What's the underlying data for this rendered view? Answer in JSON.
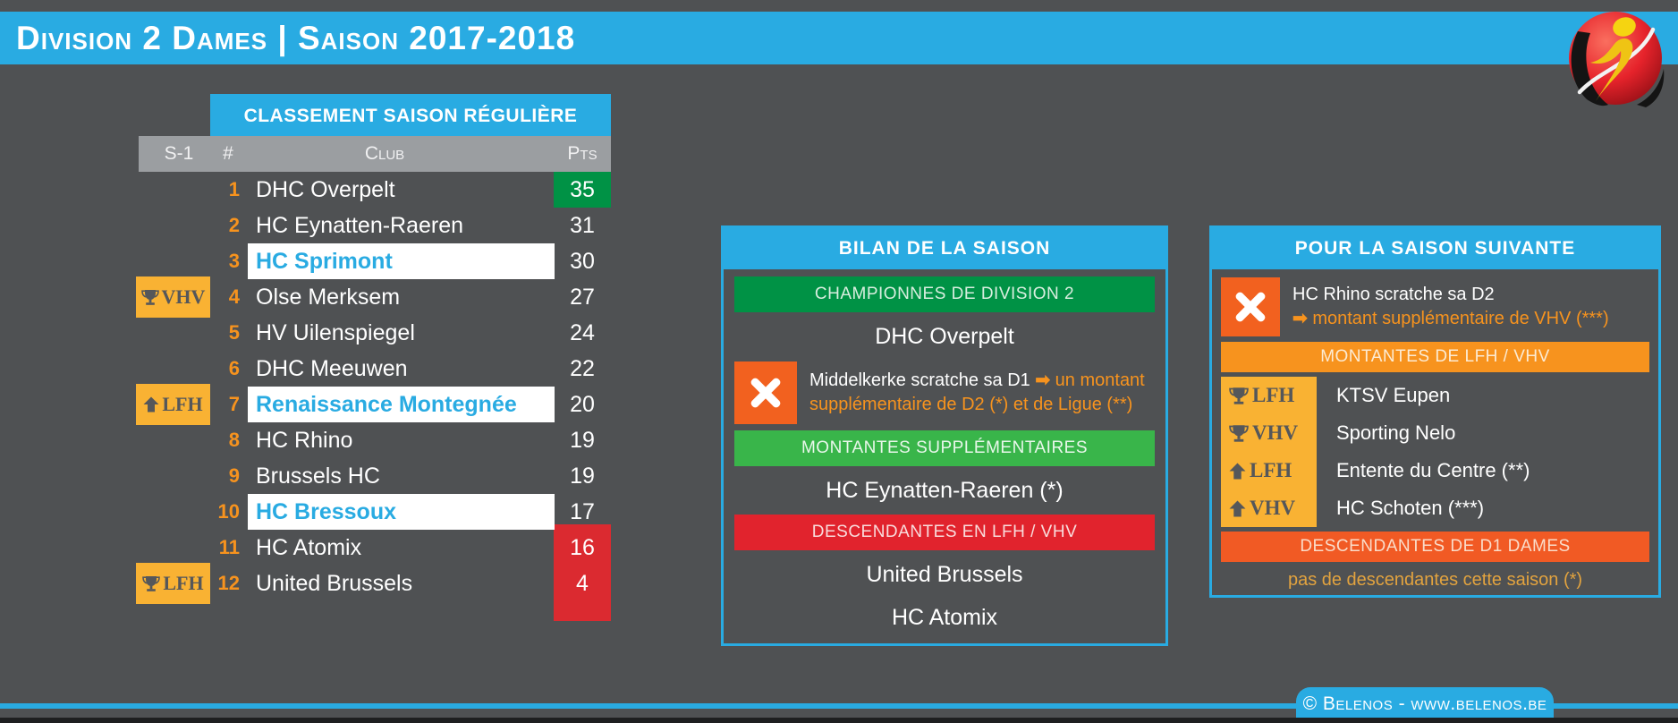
{
  "page": {
    "title": "Division 2 Dames | Saison 2017-2018"
  },
  "colors": {
    "accent_blue": "#29ABE2",
    "background_gray": "#4F5153",
    "header_gray": "#9B9EA1",
    "rank_orange": "#F7931E",
    "badge_yellow": "#F9B233",
    "champion_green": "#009245",
    "promotion_green": "#39B54A",
    "relegation_red": "#E1232D",
    "scratch_orange": "#F2611F",
    "deep_orange": "#F15A24"
  },
  "table": {
    "title": "CLASSEMENT SAISON RÉGULIÈRE",
    "columns": {
      "s1": "S-1",
      "rank": "#",
      "club": "Club",
      "pts": "Pts"
    },
    "rows": [
      {
        "rank": "1",
        "club": "DHC Overpelt",
        "pts": "35"
      },
      {
        "rank": "2",
        "club": "HC Eynatten-Raeren",
        "pts": "31"
      },
      {
        "rank": "3",
        "club": "HC Sprimont",
        "pts": "30"
      },
      {
        "rank": "4",
        "club": "Olse Merksem",
        "pts": "27",
        "badge": {
          "icon": "trophy-icon",
          "league": "VHV"
        }
      },
      {
        "rank": "5",
        "club": "HV Uilenspiegel",
        "pts": "24"
      },
      {
        "rank": "6",
        "club": "DHC Meeuwen",
        "pts": "22"
      },
      {
        "rank": "7",
        "club": "Renaissance Montegnée",
        "pts": "20",
        "badge": {
          "icon": "up-arrow-icon",
          "league": "LFH"
        }
      },
      {
        "rank": "8",
        "club": "HC Rhino",
        "pts": "19"
      },
      {
        "rank": "9",
        "club": "Brussels HC",
        "pts": "19"
      },
      {
        "rank": "10",
        "club": "HC Bressoux",
        "pts": "17"
      },
      {
        "rank": "11",
        "club": "HC Atomix",
        "pts": "16"
      },
      {
        "rank": "12",
        "club": "United Brussels",
        "pts": "4",
        "badge": {
          "icon": "trophy-icon",
          "league": "LFH"
        }
      }
    ]
  },
  "bilan": {
    "title": "BILAN DE LA SAISON",
    "champion_banner": "CHAMPIONNES DE DIVISION 2",
    "champion": "DHC Overpelt",
    "scratch": {
      "note": "Middelkerke scratche sa D1",
      "arrow": "➡",
      "consequence": "un montant supplémentaire de D2 (*) et de Ligue (**)"
    },
    "montantes_banner": "MONTANTES SUPPLÉMENTAIRES",
    "montante": "HC Eynatten-Raeren (*)",
    "descendantes_banner": "DESCENDANTES EN LFH / VHV",
    "descendantes": [
      "United Brussels",
      "HC Atomix"
    ]
  },
  "next_season": {
    "title": "POUR LA SAISON SUIVANTE",
    "scratch": {
      "note": "HC Rhino scratche sa D2",
      "arrow": "➡",
      "consequence": "montant supplémentaire de VHV (***)"
    },
    "montantes_banner": "MONTANTES DE LFH / VHV",
    "montantes": [
      {
        "icon": "trophy-icon",
        "league": "LFH",
        "club": "KTSV Eupen"
      },
      {
        "icon": "trophy-icon",
        "league": "VHV",
        "club": "Sporting Nelo"
      },
      {
        "icon": "up-arrow-icon",
        "league": "LFH",
        "club": "Entente du Centre (**)"
      },
      {
        "icon": "up-arrow-icon",
        "league": "VHV",
        "club": "HC Schoten (***)"
      }
    ],
    "descendantes_banner": "DESCENDANTES DE D1 DAMES",
    "descendantes_note": "pas de descendantes cette saison (*)"
  },
  "footer": {
    "copyright": "© Belenos - www.belenos.be"
  }
}
